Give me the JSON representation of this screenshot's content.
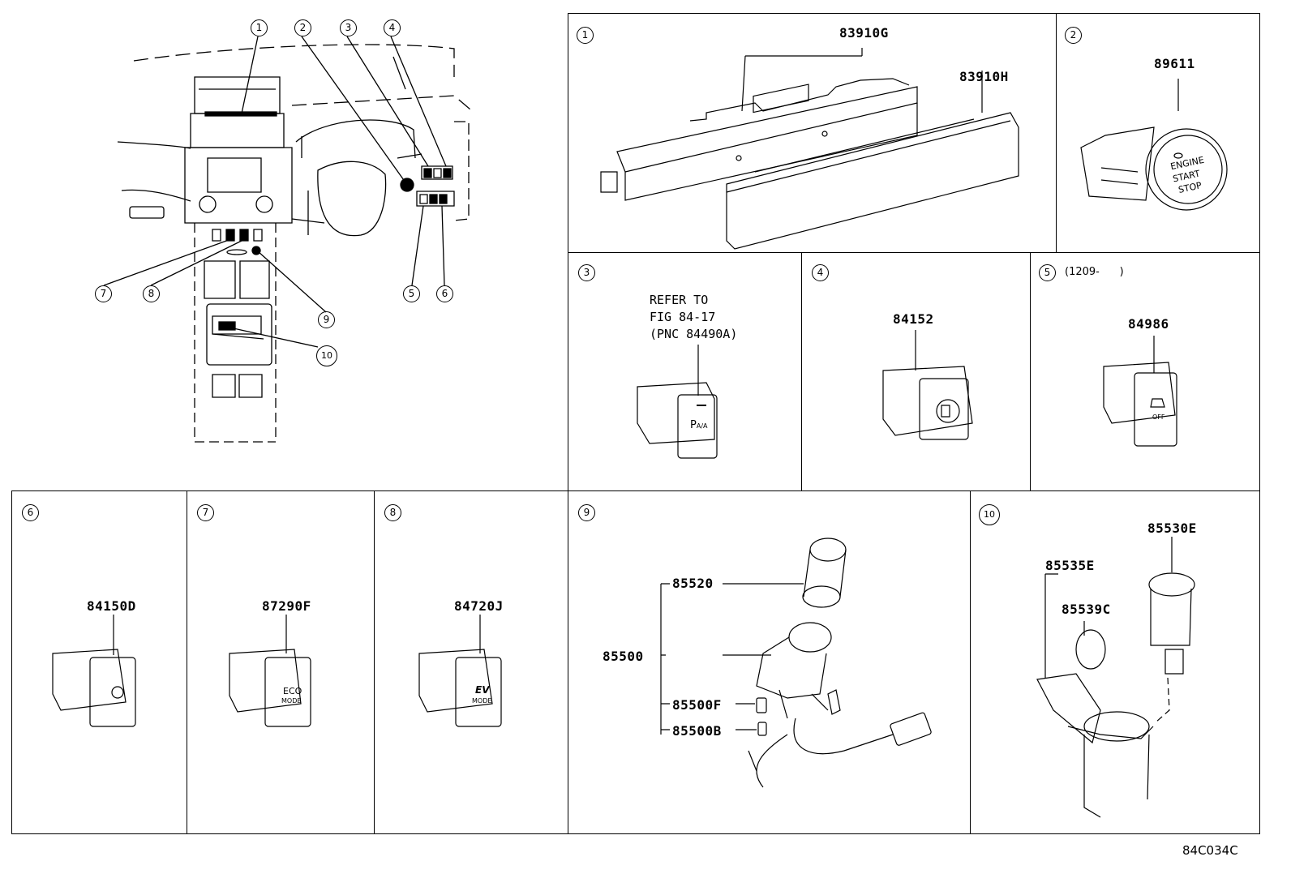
{
  "overview": {
    "callouts": [
      "1",
      "2",
      "3",
      "4",
      "5",
      "6",
      "7",
      "8",
      "9",
      "10"
    ]
  },
  "panels": {
    "p1": {
      "index": "1",
      "parts": [
        "83910G",
        "83910H"
      ]
    },
    "p2": {
      "index": "2",
      "parts": [
        "89611"
      ],
      "button_text": [
        "ENGINE",
        "START",
        "STOP"
      ]
    },
    "p3": {
      "index": "3",
      "note": [
        "REFER TO",
        "FIG 84-17",
        "(PNC 84490A)"
      ]
    },
    "p4": {
      "index": "4",
      "parts": [
        "84152"
      ]
    },
    "p5": {
      "index": "5",
      "date_range": "(1209-      )",
      "parts": [
        "84986"
      ]
    },
    "p6": {
      "index": "6",
      "parts": [
        "84150D"
      ]
    },
    "p7": {
      "index": "7",
      "parts": [
        "87290F"
      ],
      "switch_text": [
        "ECO",
        "MODE"
      ]
    },
    "p8": {
      "index": "8",
      "parts": [
        "84720J"
      ],
      "switch_text": [
        "EV",
        "MODE"
      ]
    },
    "p9": {
      "index": "9",
      "parts": [
        "85520",
        "85500",
        "85500F",
        "85500B"
      ]
    },
    "p10": {
      "index": "10",
      "parts": [
        "85530E",
        "85535E",
        "85539C"
      ]
    }
  },
  "figure_code": "84C034C"
}
